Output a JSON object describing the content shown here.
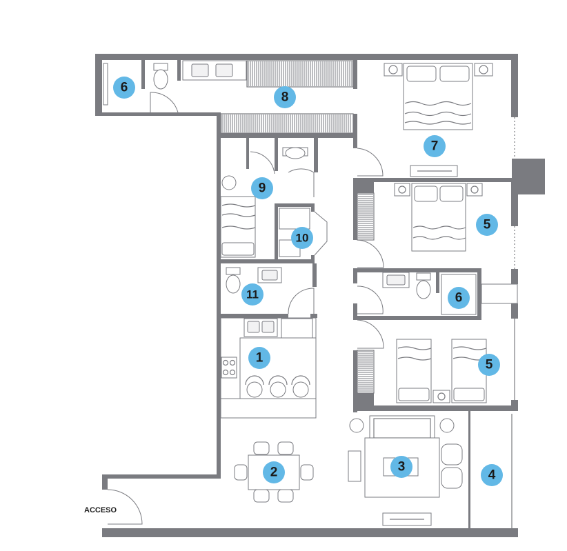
{
  "plan": {
    "entrance_label": "ACCESO",
    "colors": {
      "wall": "#7a7b80",
      "marker": "#62b8e6",
      "text": "#1b1b1b"
    },
    "room_markers": [
      {
        "id": "marker-1",
        "label": "1"
      },
      {
        "id": "marker-2",
        "label": "2"
      },
      {
        "id": "marker-3",
        "label": "3"
      },
      {
        "id": "marker-4",
        "label": "4"
      },
      {
        "id": "marker-5a",
        "label": "5"
      },
      {
        "id": "marker-5b",
        "label": "5"
      },
      {
        "id": "marker-6a",
        "label": "6"
      },
      {
        "id": "marker-6b",
        "label": "6"
      },
      {
        "id": "marker-7",
        "label": "7"
      },
      {
        "id": "marker-8",
        "label": "8"
      },
      {
        "id": "marker-9",
        "label": "9"
      },
      {
        "id": "marker-10",
        "label": "10"
      },
      {
        "id": "marker-11",
        "label": "11"
      }
    ]
  }
}
